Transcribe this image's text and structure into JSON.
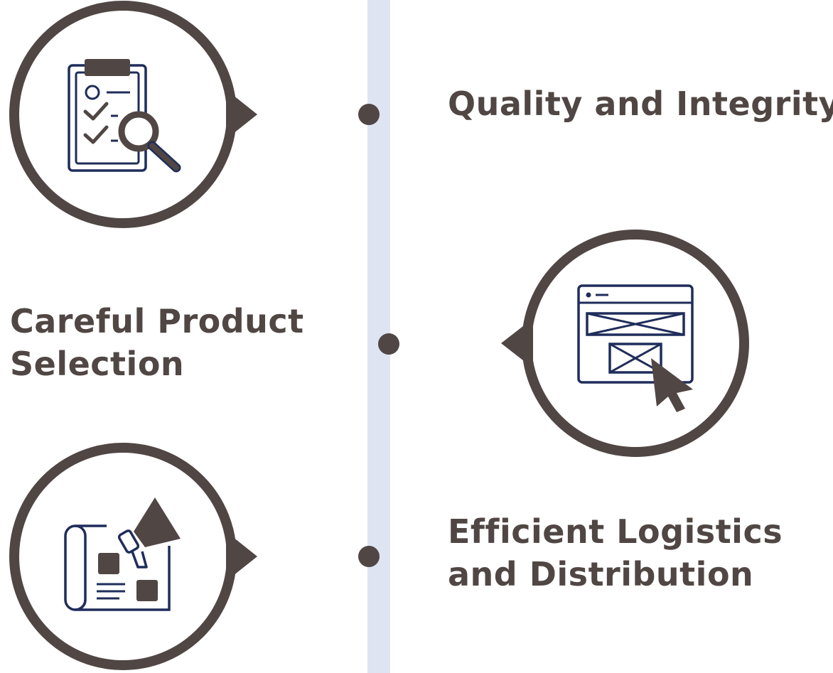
{
  "colors": {
    "ring": "#504644",
    "icon_line": "#1f2d5a",
    "icon_fill": "#504644",
    "timeline": "#dfe4f3",
    "text": "#504644"
  },
  "steps": [
    {
      "lines": [
        "Quality and Integrity"
      ],
      "icon": "clipboard-magnifier-icon",
      "side": "left"
    },
    {
      "lines": [
        "Careful Product",
        "Selection"
      ],
      "icon": "webpage-cursor-icon",
      "side": "right"
    },
    {
      "lines": [
        "Efficient Logistics",
        "and Distribution"
      ],
      "icon": "map-megaphone-icon",
      "side": "left"
    }
  ]
}
